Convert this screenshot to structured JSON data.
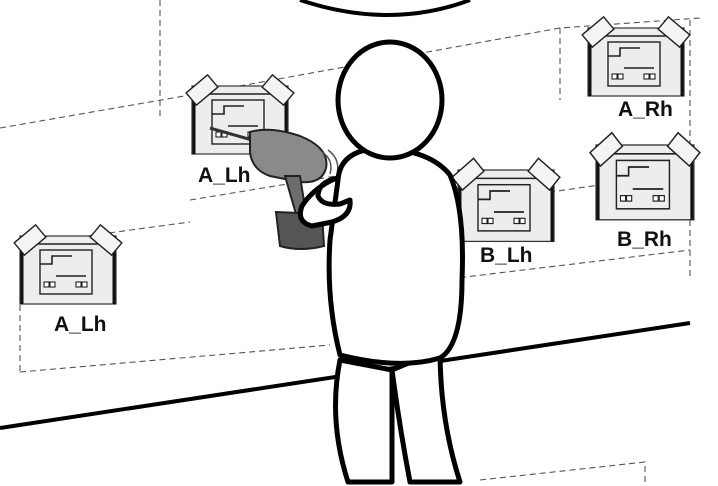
{
  "diagram": {
    "description_labels": {
      "board_top_left": "A_Lh",
      "board_bottom_left": "A_Lh",
      "board_top_right": "A_Rh",
      "board_middle": "B_Lh",
      "board_right": "B_Rh"
    },
    "colors": {
      "outline": "#000000",
      "board_fill": "#ededed",
      "drill_body": "#8a8a8a",
      "background": "#ffffff"
    },
    "icons": {
      "person": "person-figure-icon",
      "drill": "power-drill-icon",
      "board": "mounting-board-icon"
    }
  }
}
